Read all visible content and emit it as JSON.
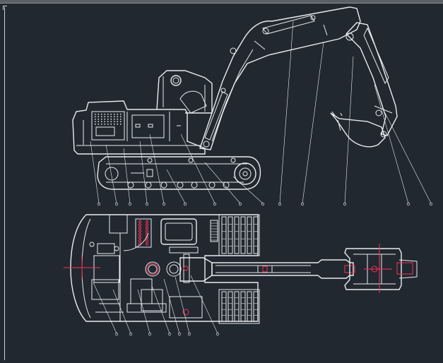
{
  "colors": {
    "background": "#212830",
    "lines": "#e9ecef",
    "accent": "#ff2f55"
  },
  "leaders_side": [
    [
      128,
      200,
      140,
      288
    ],
    [
      150,
      205,
      165,
      288
    ],
    [
      175,
      210,
      184,
      288
    ],
    [
      198,
      200,
      208,
      288
    ],
    [
      212,
      190,
      232,
      288
    ],
    [
      236,
      240,
      262,
      288
    ],
    [
      256,
      190,
      304,
      288
    ],
    [
      290,
      230,
      340,
      288
    ],
    [
      330,
      250,
      372,
      288
    ],
    [
      415,
      30,
      396,
      288
    ],
    [
      458,
      60,
      428,
      288
    ],
    [
      500,
      80,
      488,
      288
    ],
    [
      530,
      120,
      578,
      288
    ],
    [
      545,
      160,
      610,
      288
    ]
  ],
  "leaders_top": [
    [
      132,
      400,
      165,
      472
    ],
    [
      160,
      410,
      185,
      472
    ],
    [
      195,
      410,
      212,
      472
    ],
    [
      215,
      405,
      240,
      472
    ],
    [
      232,
      395,
      254,
      472
    ],
    [
      248,
      392,
      268,
      472
    ],
    [
      270,
      390,
      308,
      472
    ]
  ]
}
